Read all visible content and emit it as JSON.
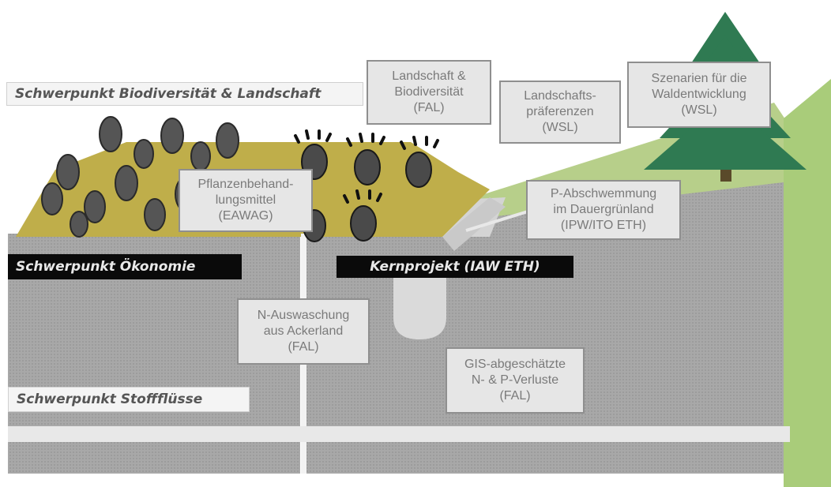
{
  "focus_areas": {
    "biodiversity": "Schwerpunkt Biodiversität & Landschaft",
    "economy": "Schwerpunkt Ökonomie",
    "nutrients": "Schwerpunkt Stoffflüsse"
  },
  "core_project": "Kernprojekt (IAW ETH)",
  "boxes": {
    "landscape_biodiversity": [
      "Landschaft &",
      "Biodiversität",
      "(FAL)"
    ],
    "landscape_preferences": [
      "Landschafts-",
      "präferenzen",
      "(WSL)"
    ],
    "forest_scenarios": [
      "Szenarien für die",
      "Waldentwicklung",
      "(WSL)"
    ],
    "pesticides": [
      "Pflanzenbehand-",
      "lungsmittel",
      "(EAWAG)"
    ],
    "p_runoff": [
      "P-Abschwemmung",
      "im Dauergrünland",
      "(IPW/ITO ETH)"
    ],
    "n_leaching": [
      "N-Auswaschung",
      "aus Ackerland",
      "(FAL)"
    ],
    "gis_losses": [
      "GIS-abgeschätzte",
      "N- & P-Verluste",
      "(FAL)"
    ]
  },
  "colors": {
    "field": "#bfae4a",
    "ground": "#a9a9a9",
    "meadow": "#b7cf8a",
    "tree": "#2f7a52",
    "label_bg": "#e6e6e6",
    "dark_band": "#0a0a0a"
  }
}
